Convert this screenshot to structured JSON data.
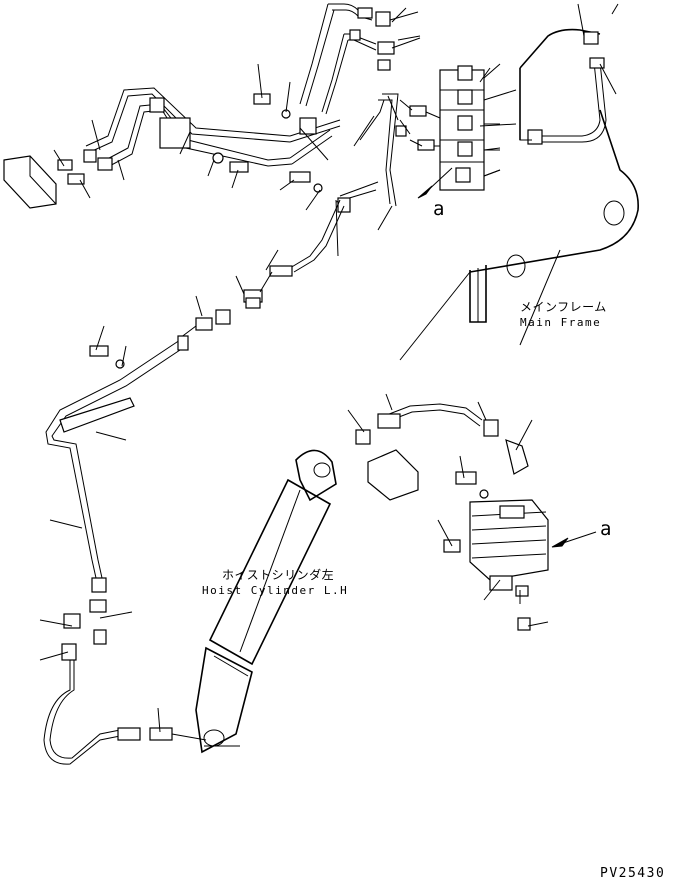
{
  "labels": {
    "main_frame_jp": "メインフレーム",
    "main_frame_en": "Main Frame",
    "hoist_cylinder_jp": "ホイストシリンダ左",
    "hoist_cylinder_en": "Hoist Cylinder L.H",
    "view_a_upper": "a",
    "view_a_lower": "a",
    "drawing_code": "PV25430"
  },
  "colors": {
    "line": "#000000",
    "background": "#ffffff"
  }
}
